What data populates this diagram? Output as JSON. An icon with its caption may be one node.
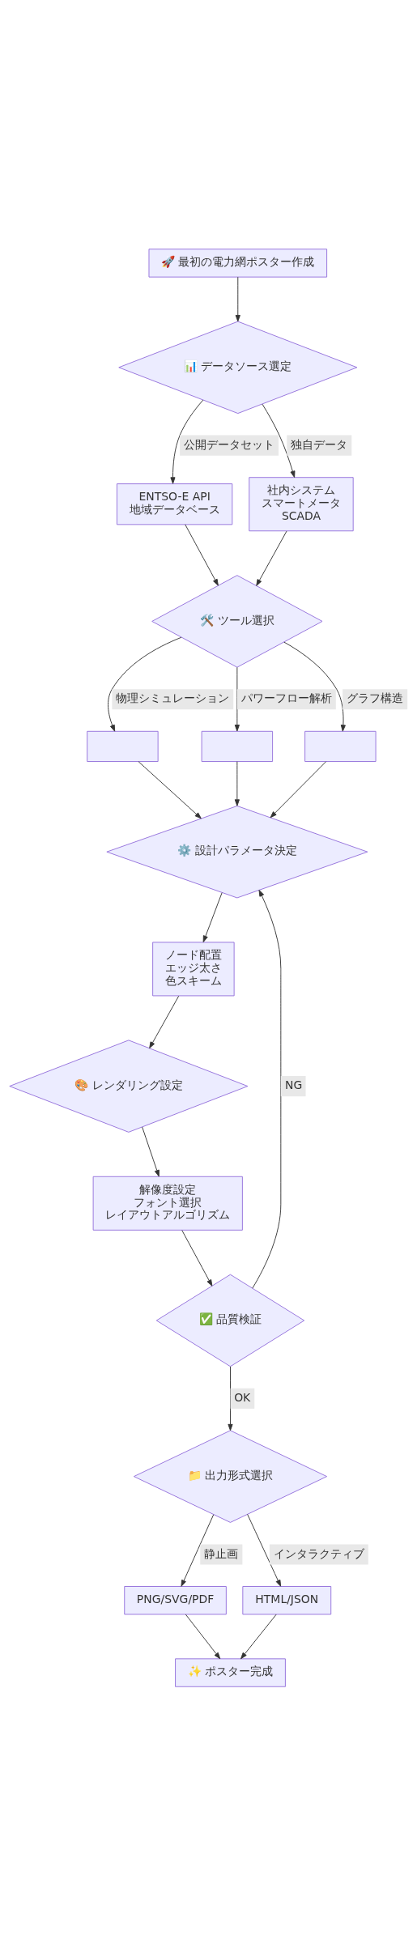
{
  "diagram": {
    "nodes": [
      {
        "text": [
          "🚀 最初の電力網ポスター作成"
        ]
      },
      {
        "text": [
          "📊 データソース選定"
        ]
      },
      {
        "text": [
          "ENTSO-E API",
          "地域データベース"
        ]
      },
      {
        "text": [
          "社内システム",
          "スマートメータ",
          "SCADA"
        ]
      },
      {
        "text": [
          "🛠️ ツール選択"
        ]
      },
      {
        "text": [],
        "shape": "box"
      },
      {
        "text": [],
        "shape": "box"
      },
      {
        "text": [],
        "shape": "box"
      },
      {
        "text": [
          "⚙️ 設計パラメータ決定"
        ]
      },
      {
        "text": [
          "ノード配置",
          "エッジ太さ",
          "色スキーム"
        ]
      },
      {
        "text": [
          "🎨 レンダリング設定"
        ]
      },
      {
        "text": [
          "解像度設定",
          "フォント選択",
          "レイアウトアルゴリズム"
        ]
      },
      {
        "text": [
          "✅ 品質検証"
        ]
      },
      {
        "text": [
          "📁 出力形式選択"
        ]
      },
      {
        "text": [
          "PNG/SVG/PDF"
        ]
      },
      {
        "text": [
          "HTML/JSON"
        ]
      },
      {
        "text": [
          "✨ ポスター完成"
        ]
      }
    ],
    "edges": [
      {
        "from": 0,
        "to": 1,
        "arrow": "to"
      },
      {
        "from": 1,
        "to": 2,
        "arrow": "to",
        "label": "公開データセット"
      },
      {
        "from": 1,
        "to": 3,
        "arrow": "to",
        "label": "独自データ"
      },
      {
        "from": 2,
        "to": 4,
        "arrow": "to"
      },
      {
        "from": 3,
        "to": 4,
        "arrow": "to"
      },
      {
        "from": 4,
        "to": 5,
        "arrow": "to",
        "label": "物理シミュレーション"
      },
      {
        "from": 4,
        "to": 6,
        "arrow": "to",
        "label": "パワーフロー解析"
      },
      {
        "from": 4,
        "to": 7,
        "arrow": "to",
        "label": "グラフ構造"
      },
      {
        "from": 5,
        "to": 8,
        "arrow": "to"
      },
      {
        "from": 6,
        "to": 8,
        "arrow": "to"
      },
      {
        "from": 7,
        "to": 8,
        "arrow": "to"
      },
      {
        "from": 8,
        "to": 9,
        "arrow": "to"
      },
      {
        "from": 9,
        "to": 10,
        "arrow": "to"
      },
      {
        "from": 10,
        "to": 11,
        "arrow": "to"
      },
      {
        "from": 11,
        "to": 12,
        "arrow": "to"
      },
      {
        "from": 12,
        "to": 8,
        "arrow": "to",
        "label": "NG"
      },
      {
        "from": 12,
        "to": 13,
        "arrow": "to",
        "label": "OK"
      },
      {
        "from": 13,
        "to": 14,
        "arrow": "to",
        "label": "静止画"
      },
      {
        "from": 13,
        "to": 15,
        "arrow": "to",
        "label": "インタラクティブ"
      },
      {
        "from": 14,
        "to": 16,
        "arrow": "to"
      },
      {
        "from": 15,
        "to": 16,
        "arrow": "to"
      }
    ]
  }
}
